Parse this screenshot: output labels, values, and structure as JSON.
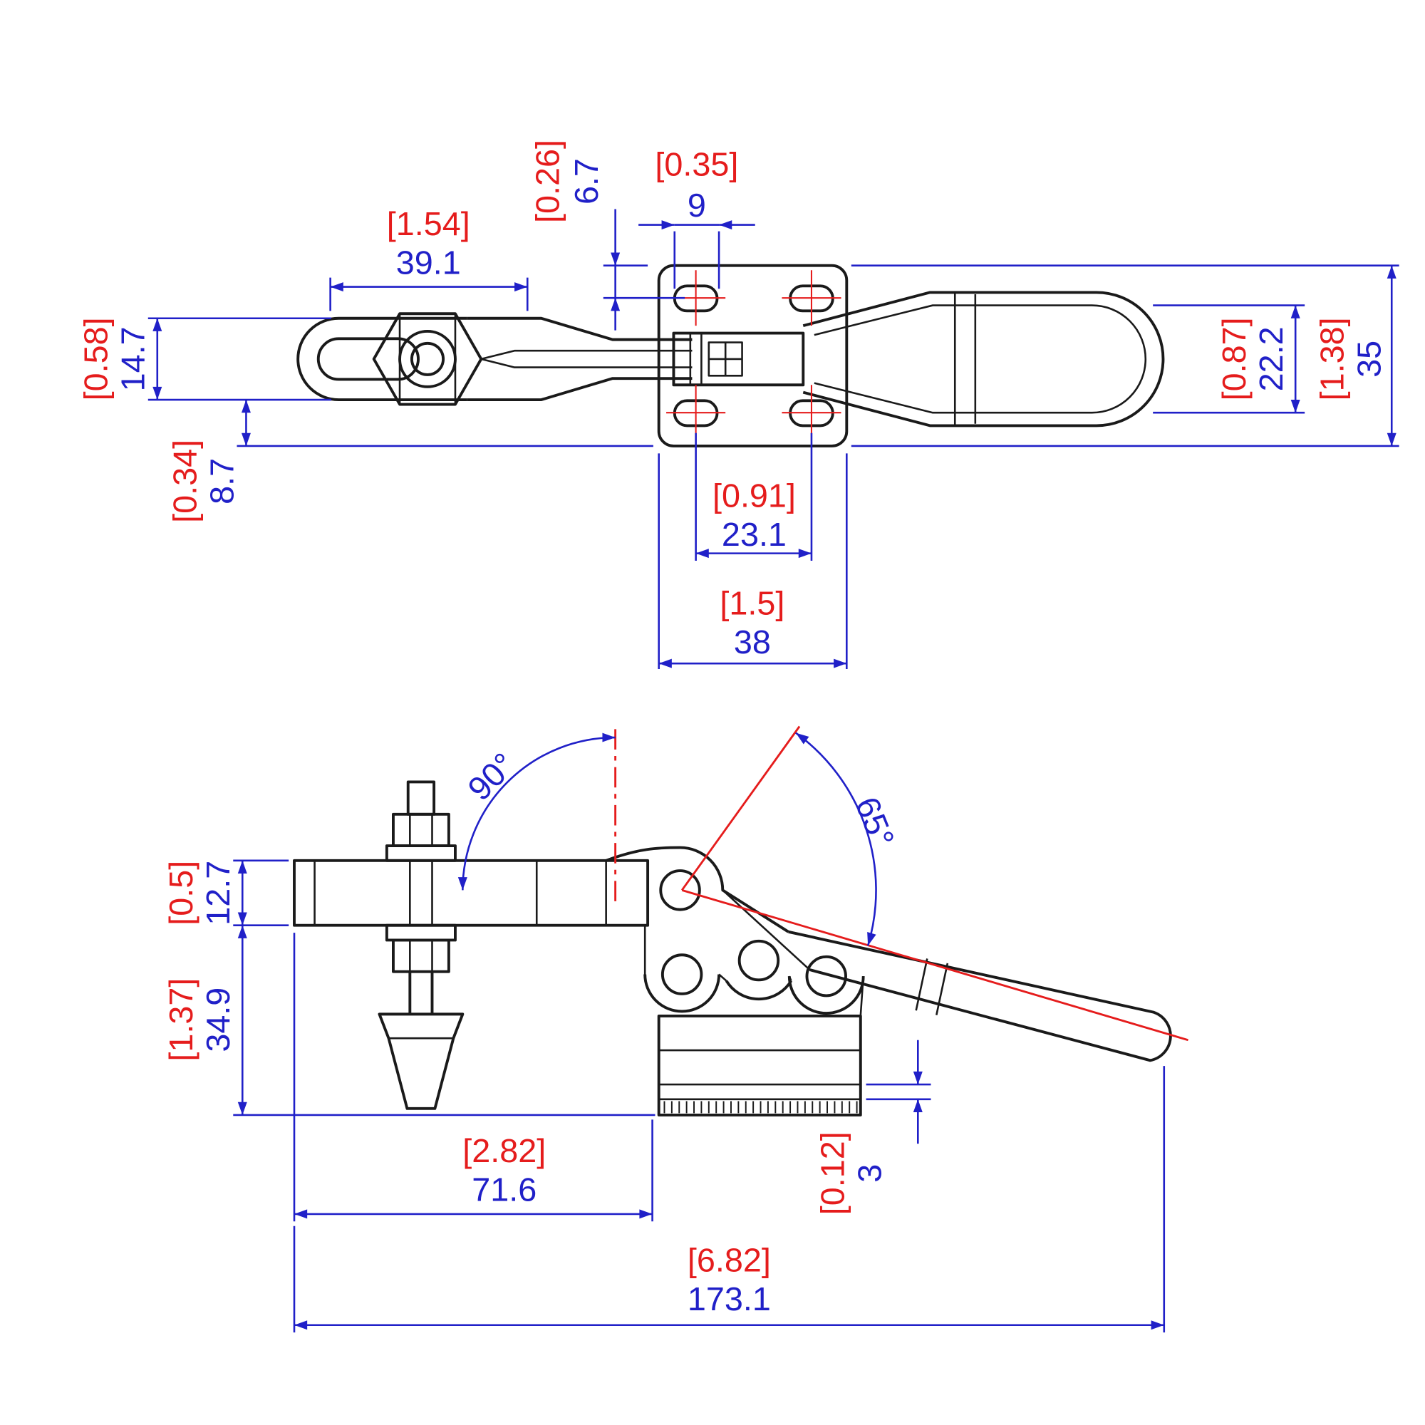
{
  "meta": {
    "subject": "horizontal toggle clamp dimension drawing",
    "views": [
      "top view",
      "side view"
    ]
  },
  "colors": {
    "inch_dim": "#e51c1c",
    "metric_dim": "#2020c8",
    "geometry": "#1a1a1a"
  },
  "top_view": {
    "arm_length": {
      "inch": "[1.54]",
      "mm": "39.1"
    },
    "plate_to_hole": {
      "inch": "[0.26]",
      "mm": "6.7"
    },
    "hole_offset": {
      "inch": "[0.35]",
      "mm": "9"
    },
    "arm_width": {
      "inch": "[0.58]",
      "mm": "14.7"
    },
    "arm_to_plate": {
      "inch": "[0.34]",
      "mm": "8.7"
    },
    "handle_width": {
      "inch": "[0.87]",
      "mm": "22.2"
    },
    "plate_width": {
      "inch": "[1.38]",
      "mm": "35"
    },
    "hole_spacing": {
      "inch": "[0.91]",
      "mm": "23.1"
    },
    "plate_length": {
      "inch": "[1.5]",
      "mm": "38"
    }
  },
  "side_view": {
    "opening_angle": "90°",
    "handle_angle": "65°",
    "bar_thickness": {
      "inch": "[0.5]",
      "mm": "12.7"
    },
    "overall_height": {
      "inch": "[1.37]",
      "mm": "34.9"
    },
    "bar_reach": {
      "inch": "[2.82]",
      "mm": "71.6"
    },
    "base_thickness": {
      "inch": "[0.12]",
      "mm": "3"
    },
    "overall_length": {
      "inch": "[6.82]",
      "mm": "173.1"
    }
  }
}
